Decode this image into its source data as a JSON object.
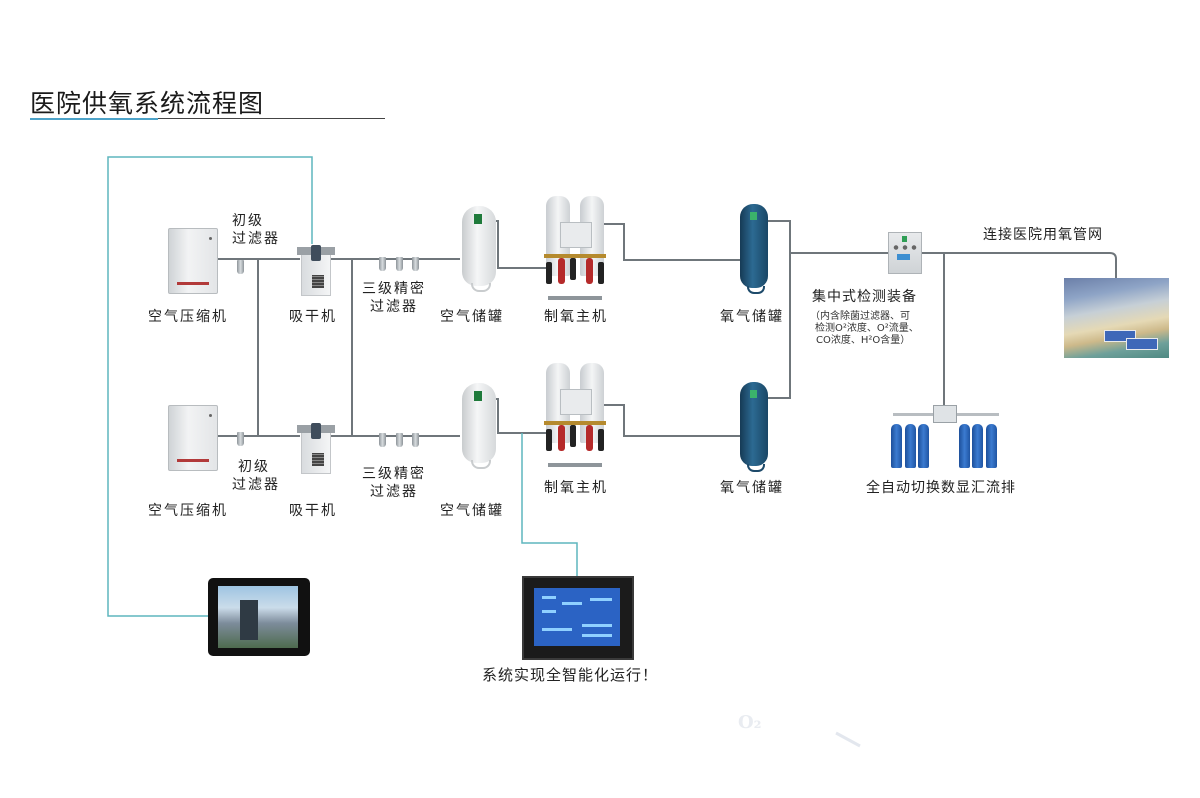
{
  "title": "医院供氧系统流程图",
  "colors": {
    "pipe": "#6f767b",
    "control_line": "#5fb6be",
    "title_accent": "#4da3c9",
    "o2_tank": "#1f4f74",
    "cylinder": "#2f6cc0"
  },
  "top_line": {
    "compressor": "空气压缩机",
    "primary_filter": [
      "初级",
      "过滤器"
    ],
    "dryer": "吸干机",
    "precision_filter": [
      "三级精密",
      "过滤器"
    ],
    "air_tank": "空气储罐",
    "o2_generator": "制氧主机",
    "o2_tank": "氧气储罐"
  },
  "bottom_line": {
    "compressor": "空气压缩机",
    "primary_filter": [
      "初级",
      "过滤器"
    ],
    "dryer": "吸干机",
    "precision_filter": [
      "三级精密",
      "过滤器"
    ],
    "air_tank": "空气储罐",
    "o2_generator": "制氧主机",
    "o2_tank": "氧气储罐"
  },
  "detector": {
    "label": "集中式检测装备",
    "note": [
      "（内含除菌过滤器、可",
      "检测O²浓度、O²流量、",
      "CO浓度、H²O含量）"
    ]
  },
  "hospital_network": "连接医院用氧管网",
  "manifold": "全自动切换数显汇流排",
  "smart_control": "系统实现全智能化运行！",
  "watermark": "O₂"
}
